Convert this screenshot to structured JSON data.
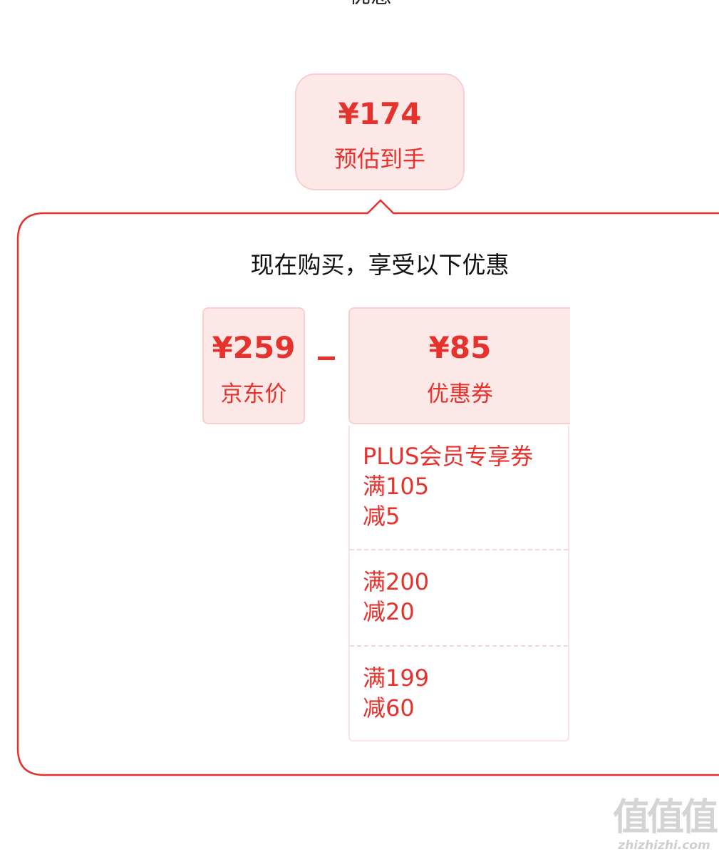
{
  "header": {
    "cut_off_title": "优惠"
  },
  "estimate": {
    "price": "¥174",
    "label": "预估到手"
  },
  "promo_panel": {
    "title": "现在购买，享受以下优惠",
    "jd_price": {
      "price": "¥259",
      "label": "京东价"
    },
    "operator": "-",
    "coupon": {
      "price": "¥85",
      "label": "优惠券",
      "items": [
        {
          "lines": [
            "PLUS会员专享券",
            "满105",
            "减5"
          ]
        },
        {
          "lines": [
            "满200",
            "减20"
          ]
        },
        {
          "lines": [
            "满199",
            "减60"
          ]
        }
      ]
    }
  },
  "colors": {
    "accent": "#e5322d",
    "box_bg": "#fde8e8",
    "box_border": "#f8cfcf"
  },
  "watermark": {
    "logo": "值值值",
    "url": "zhizhizhi.com"
  }
}
